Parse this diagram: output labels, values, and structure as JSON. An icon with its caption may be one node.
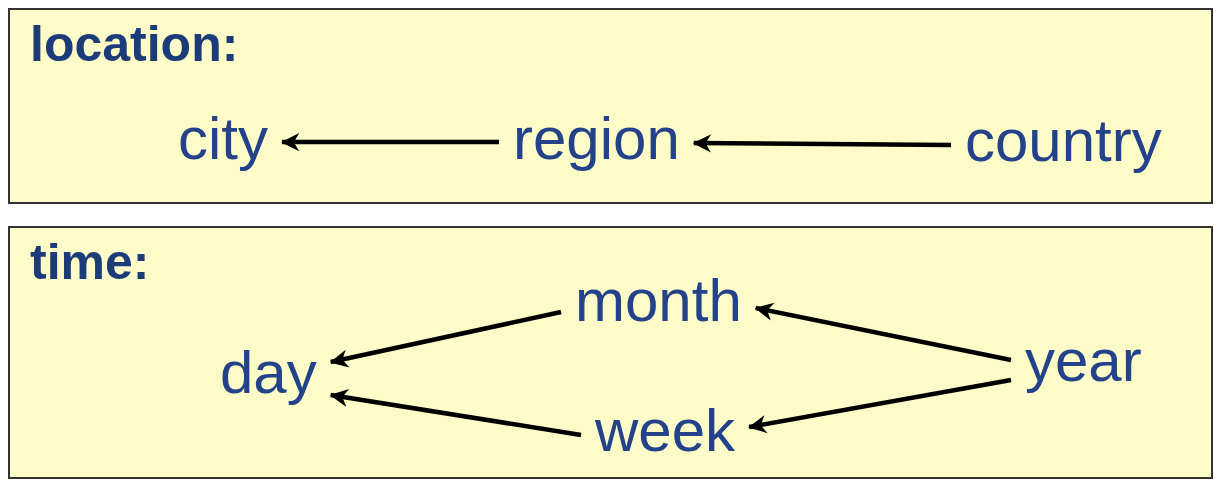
{
  "diagram": {
    "nodes": [
      {
        "text": [
          "location:"
        ]
      },
      {
        "text": [
          "city"
        ],
        "in": 0
      },
      {
        "text": [
          "region"
        ],
        "in": 0
      },
      {
        "text": [
          "country"
        ],
        "in": 0
      },
      {
        "text": [
          "time:"
        ]
      },
      {
        "text": [
          "day"
        ],
        "in": 4
      },
      {
        "text": [
          "month"
        ],
        "in": 4
      },
      {
        "text": [
          "week"
        ],
        "in": 4
      },
      {
        "text": [
          "year"
        ],
        "in": 4
      }
    ],
    "edges": [
      {
        "from": 2,
        "to": 1,
        "arrow": "to"
      },
      {
        "from": 3,
        "to": 2,
        "arrow": "to"
      },
      {
        "from": 6,
        "to": 5,
        "arrow": "to"
      },
      {
        "from": 7,
        "to": 5,
        "arrow": "to"
      },
      {
        "from": 8,
        "to": 6,
        "arrow": "to"
      },
      {
        "from": 8,
        "to": 7,
        "arrow": "to"
      }
    ]
  }
}
